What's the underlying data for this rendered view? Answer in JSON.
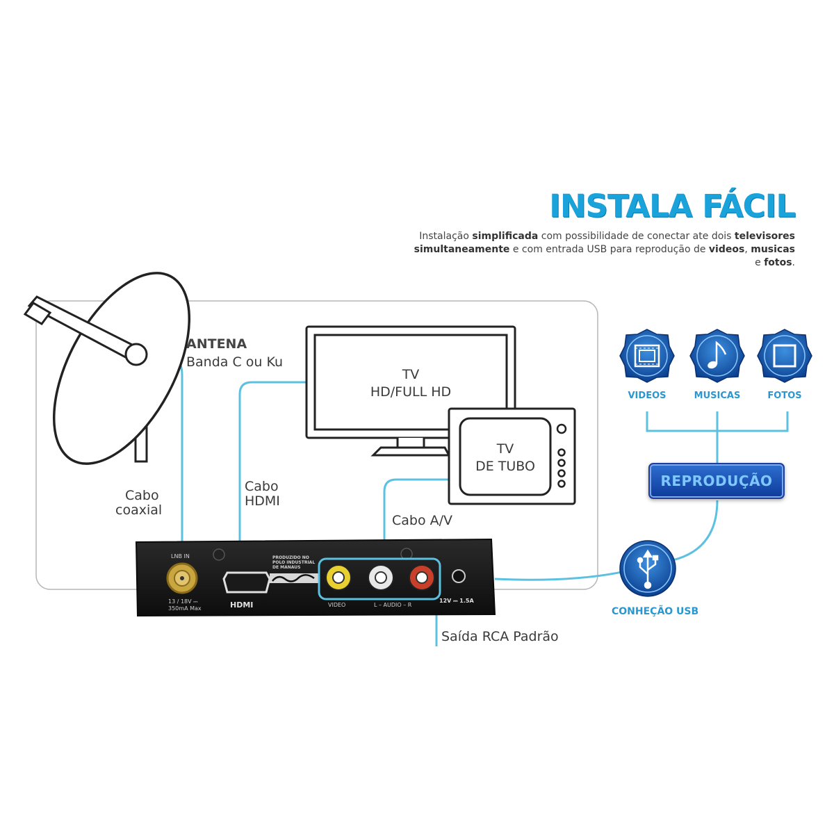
{
  "header": {
    "title": "INSTALA FÁCIL",
    "desc_1": "Instalação ",
    "desc_2": "simplificada",
    "desc_3": " com possibilidade de conectar ate dois ",
    "desc_4": "televisores simultaneamente",
    "desc_5": " e com entrada USB para reprodução de ",
    "desc_6": "videos",
    "desc_7": ", ",
    "desc_8": "musicas",
    "desc_9": " e ",
    "desc_10": "fotos",
    "desc_11": "."
  },
  "antenna": {
    "title": "ANTENA",
    "subtitle": "Banda C ou Ku"
  },
  "cables": {
    "coax_1": "Cabo",
    "coax_2": "coaxial",
    "hdmi_1": "Cabo",
    "hdmi_2": "HDMI",
    "av": "Cabo A/V",
    "rca": "Saída RCA Padrão"
  },
  "tv_hd": {
    "line1": "TV",
    "line2": "HD/FULL HD"
  },
  "tv_tube": {
    "line1": "TV",
    "line2": "DE TUBO"
  },
  "receiver": {
    "lnb": "LNB IN",
    "power_1": "13 / 18V ⎓",
    "power_2": "350mA Max",
    "hdmi": "HDMI",
    "prod_1": "PRODUZIDO NO",
    "prod_2": "POLO INDUSTRIAL",
    "prod_3": "DE MANAUS",
    "video": "VIDEO",
    "audio": "L  –  AUDIO  –  R",
    "dc": "12V ⎓ 1.5A"
  },
  "media": {
    "items": [
      {
        "label": "VIDEOS",
        "icon": "film-icon"
      },
      {
        "label": "MUSICAS",
        "icon": "music-note-icon"
      },
      {
        "label": "FOTOS",
        "icon": "photo-frame-icon"
      }
    ],
    "button": "REPRODUÇÃO",
    "usb": "CONHEÇÃO USB"
  },
  "colors": {
    "cable": "#5cc0e0",
    "accent": "#1aa3db",
    "badge_dark": "#0b3f8f",
    "badge_light": "#2a78d0",
    "outline": "#222222"
  }
}
